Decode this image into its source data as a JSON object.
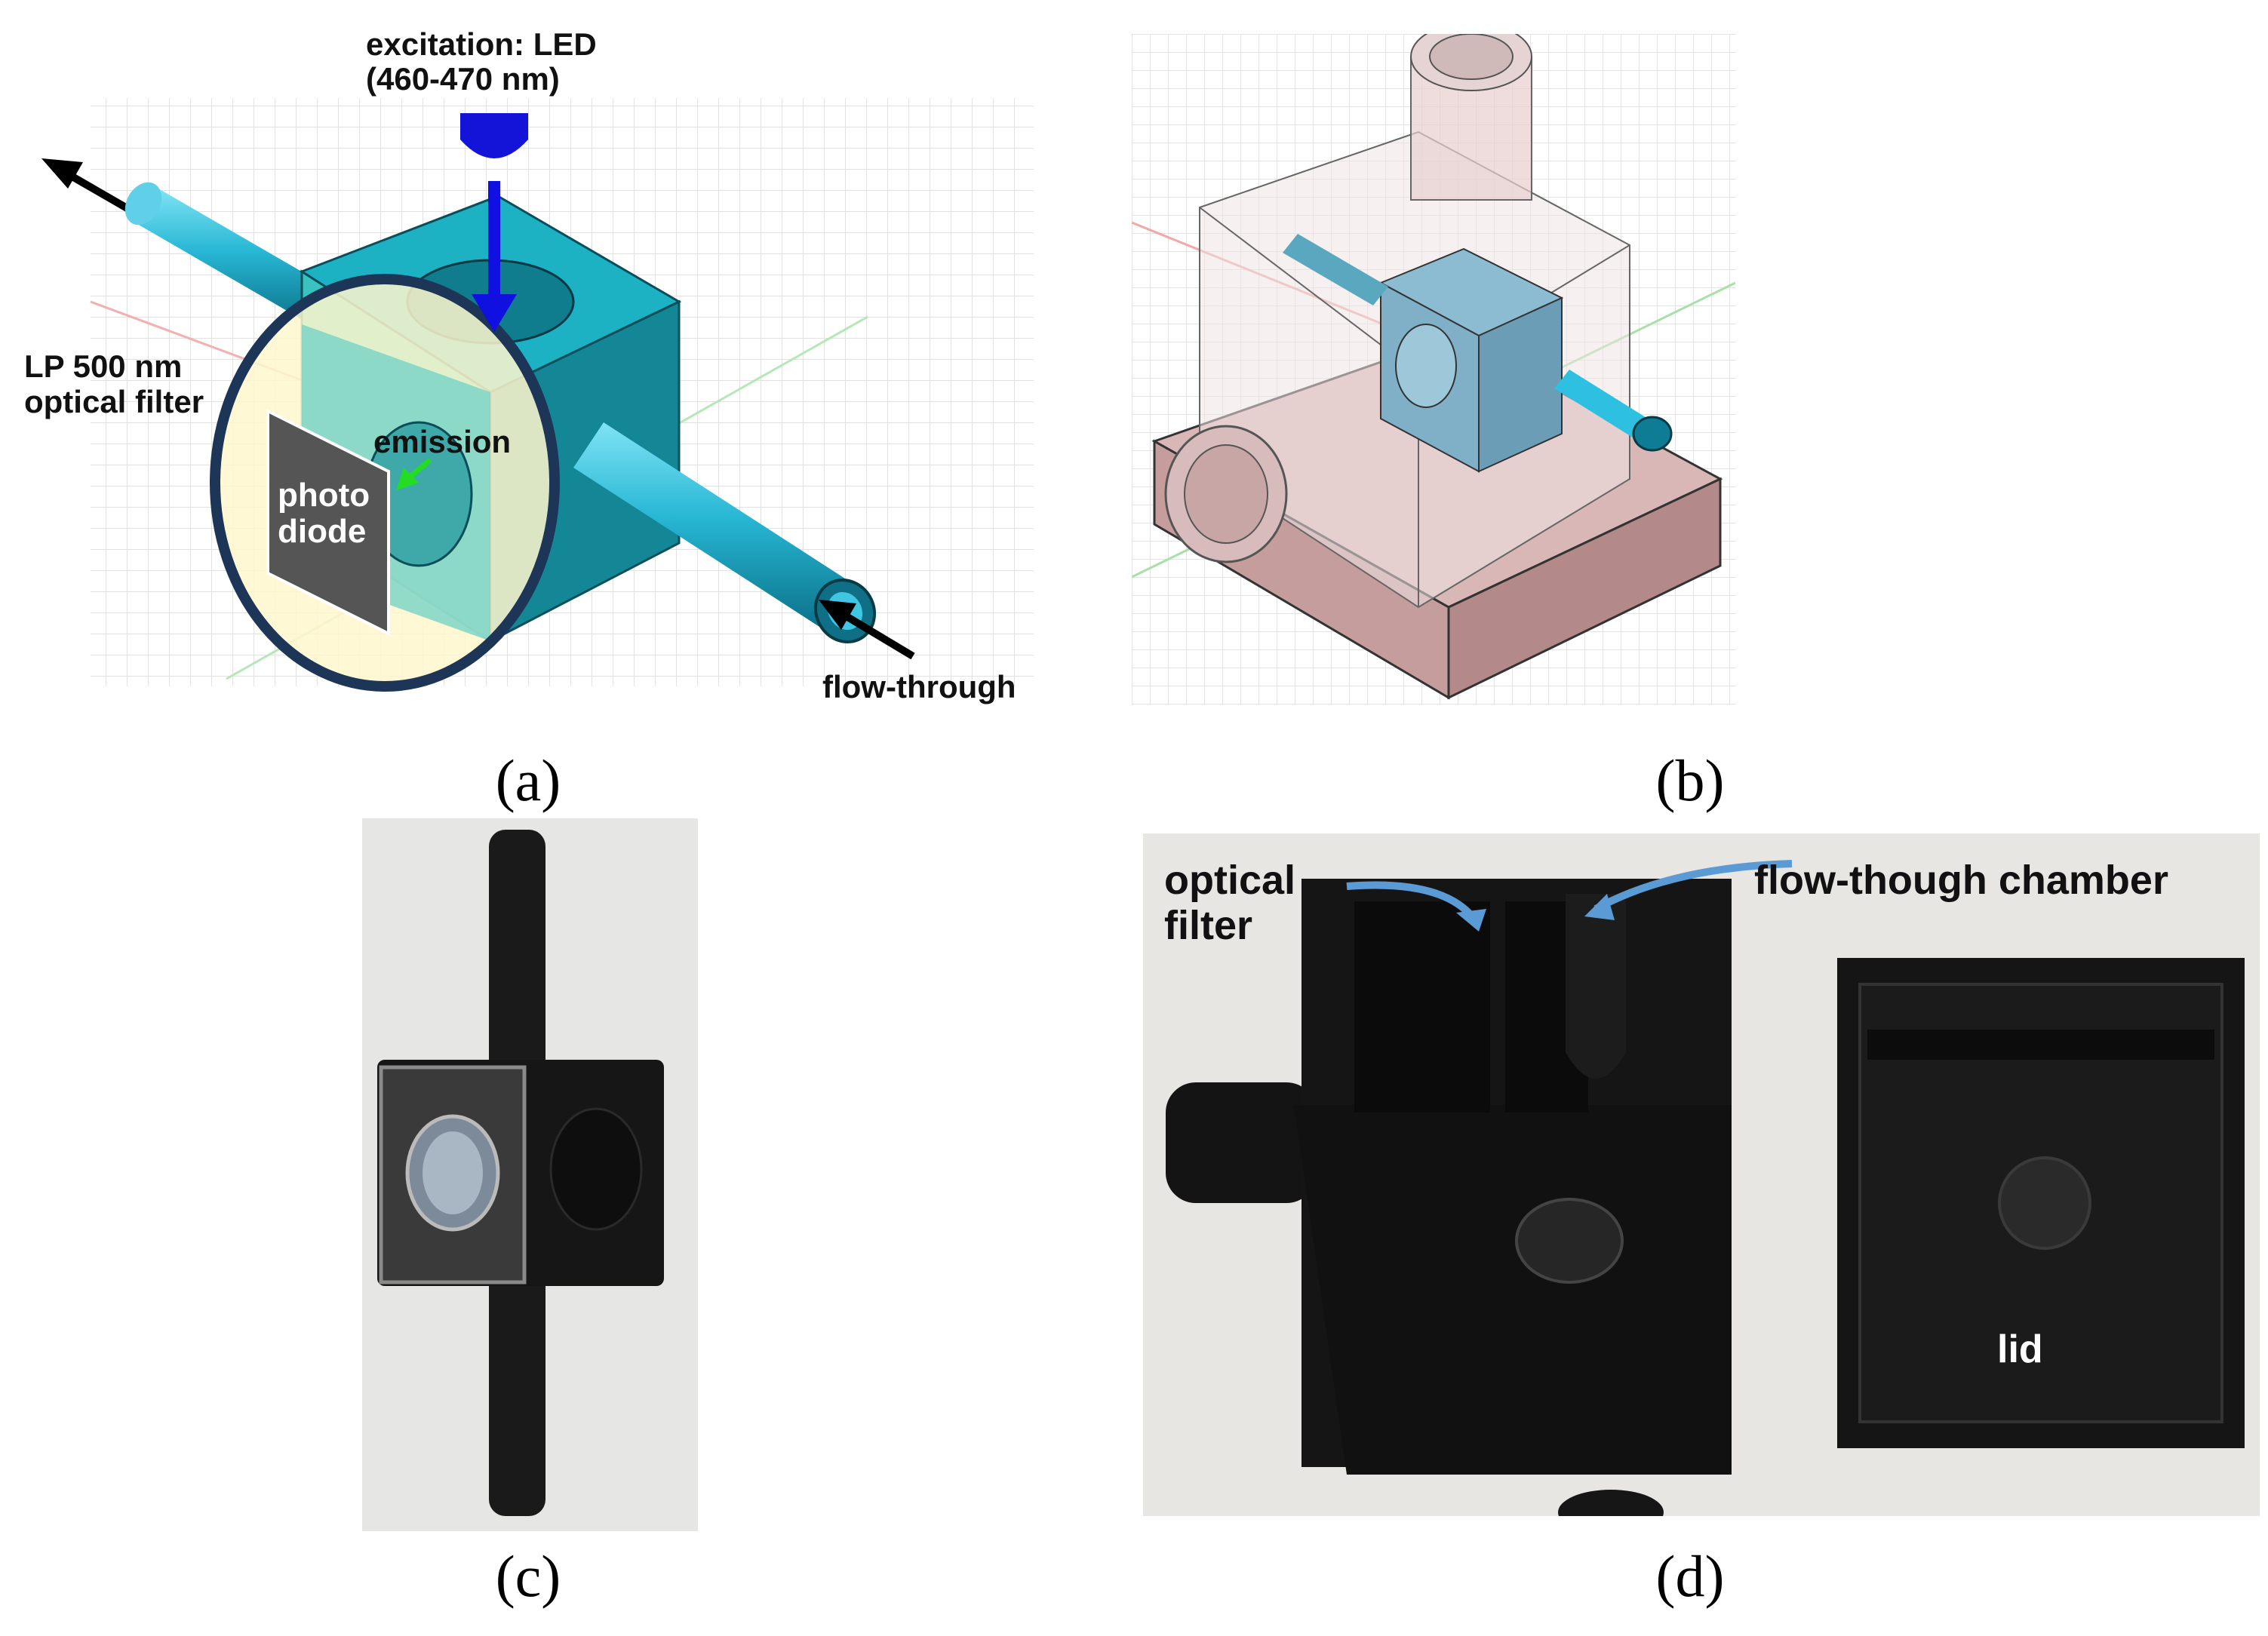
{
  "figure": {
    "panel_a": {
      "caption": "(a)",
      "labels": {
        "excitation": "excitation: LED",
        "wavelength": "(460-470 nm)",
        "filter_line1": "LP 500 nm",
        "filter_line2": "optical filter",
        "emission": "emission",
        "photodiode_line1": "photo",
        "photodiode_line2": "diode",
        "flow": "flow-through"
      },
      "colors": {
        "cube": "#1aa0b5",
        "tube": "#27b7d4",
        "led": "#1414d8",
        "excitation_arrow": "#1010e0",
        "emission_arrow": "#22dd22",
        "photodiode": "#555555",
        "filter_area": "#fff7cc",
        "zoom_ring": "#1d3557"
      }
    },
    "panel_b": {
      "caption": "(b)",
      "colors": {
        "base": "#d9b7b7",
        "cube": "#7fb0c8",
        "tube": "#2ec0e0"
      }
    },
    "panel_c": {
      "caption": "(c)"
    },
    "panel_d": {
      "caption": "(d)",
      "labels": {
        "optical_line1": "optical",
        "optical_line2": "filter",
        "chamber": "flow-though chamber",
        "lid": "lid"
      },
      "colors": {
        "arrow": "#5b9bd5",
        "part": "#151515"
      }
    }
  }
}
